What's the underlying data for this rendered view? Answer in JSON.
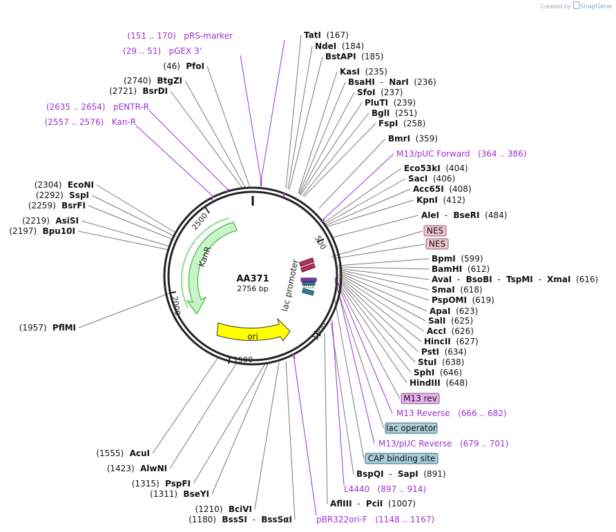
{
  "credit": {
    "created_by": "Created by",
    "brand": "SnapGene"
  },
  "plasmid": {
    "name": "AA371",
    "size": "2756 bp"
  },
  "scale_ticks": [
    "500",
    "1000",
    "1500",
    "2000",
    "2500"
  ],
  "enzymes_right": [
    {
      "name": "TatI",
      "pos": "(167)"
    },
    {
      "name": "NdeI",
      "pos": "(184)"
    },
    {
      "name": "BstAPI",
      "pos": "(185)"
    },
    {
      "name": "KasI",
      "pos": "(235)"
    },
    {
      "name": "BsaHI",
      "sep": "-",
      "name2": "NarI",
      "pos": "(236)"
    },
    {
      "name": "SfoI",
      "pos": "(237)"
    },
    {
      "name": "PluTI",
      "pos": "(239)"
    },
    {
      "name": "BglI",
      "pos": "(251)"
    },
    {
      "name": "FspI",
      "pos": "(258)"
    },
    {
      "name": "BmrI",
      "pos": "(359)"
    },
    {
      "name": "Eco53kI",
      "pos": "(404)"
    },
    {
      "name": "SacI",
      "pos": "(406)"
    },
    {
      "name": "Acc65I",
      "pos": "(408)"
    },
    {
      "name": "KpnI",
      "pos": "(412)"
    },
    {
      "name": "AleI",
      "sep": "-",
      "name2": "BseRI",
      "pos": "(484)"
    },
    {
      "name": "BpmI",
      "pos": "(599)"
    },
    {
      "name": "BamHI",
      "pos": "(612)"
    },
    {
      "name": "AvaI",
      "sep": "-",
      "name2": "BsoBI",
      "sep2": "-",
      "name3": "TspMI",
      "sep3": "-",
      "name4": "XmaI",
      "pos": "(616)"
    },
    {
      "name": "SmaI",
      "pos": "(618)"
    },
    {
      "name": "PspOMI",
      "pos": "(619)"
    },
    {
      "name": "ApaI",
      "pos": "(623)"
    },
    {
      "name": "SalI",
      "pos": "(625)"
    },
    {
      "name": "AccI",
      "pos": "(626)"
    },
    {
      "name": "HincII",
      "pos": "(627)"
    },
    {
      "name": "PstI",
      "pos": "(634)"
    },
    {
      "name": "StuI",
      "pos": "(638)"
    },
    {
      "name": "SphI",
      "pos": "(646)"
    },
    {
      "name": "HindIII",
      "pos": "(648)"
    },
    {
      "name": "BspQI",
      "sep": "-",
      "name2": "SapI",
      "pos": "(891)"
    },
    {
      "name": "AflIII",
      "sep": "-",
      "name2": "PciI",
      "pos": "(1007)"
    }
  ],
  "enzymes_left": [
    {
      "name": "PfoI",
      "pos": "(46)"
    },
    {
      "name": "BtgZI",
      "pos": "(2740)"
    },
    {
      "name": "BsrDI",
      "pos": "(2721)"
    },
    {
      "name": "EcoNI",
      "pos": "(2304)"
    },
    {
      "name": "SspI",
      "pos": "(2292)"
    },
    {
      "name": "BsrFI",
      "pos": "(2259)"
    },
    {
      "name": "AsiSI",
      "pos": "(2219)"
    },
    {
      "name": "Bpu10I",
      "pos": "(2197)"
    },
    {
      "name": "PflMI",
      "pos": "(1957)"
    },
    {
      "name": "AcuI",
      "pos": "(1555)"
    },
    {
      "name": "AlwNI",
      "pos": "(1423)"
    },
    {
      "name": "PspFI",
      "pos": "(1315)"
    },
    {
      "name": "BseYI",
      "pos": "(1311)"
    },
    {
      "name": "BciVI",
      "pos": "(1210)"
    },
    {
      "name": "BssSI",
      "sep": "-",
      "name2": "BssSαI",
      "pos": "(1180)"
    }
  ],
  "primers": [
    {
      "name": "pRS-marker",
      "range": "(151 .. 170)"
    },
    {
      "name": "pGEX 3'",
      "range": "(29 .. 51)"
    },
    {
      "name": "pENTR-R",
      "range": "(2635 .. 2654)"
    },
    {
      "name": "Kan-R",
      "range": "(2557 .. 2576)"
    },
    {
      "name": "M13/pUC Forward",
      "range": "(364 .. 386)"
    },
    {
      "name": "M13 Reverse",
      "range": "(666 .. 682)"
    },
    {
      "name": "M13/pUC Reverse",
      "range": "(679 .. 701)"
    },
    {
      "name": "L4440",
      "range": "(897 .. 914)"
    },
    {
      "name": "pBR322ori-F",
      "range": "(1148 .. 1167)"
    }
  ],
  "features_boxed": [
    {
      "name": "NES"
    },
    {
      "name": "NES"
    },
    {
      "name": "M13 rev"
    },
    {
      "name": "lac operator"
    },
    {
      "name": "CAP binding site"
    }
  ],
  "map_features": [
    {
      "name": "KanR"
    },
    {
      "name": "ori"
    },
    {
      "name": "lac promoter"
    }
  ],
  "colors": {
    "primer": "#9b30d0",
    "enzyme_line": "#777777",
    "kanr_fill": "#c8f5c8",
    "kanr_stroke": "#5cc35c",
    "ori_fill": "#ffff00",
    "nes_fill": "#f2c4cf",
    "nes_stroke": "#a04060",
    "pink_fill": "#e8b0f0",
    "lac_fill": "#a9cfd9",
    "lac_stroke": "#2e7d95"
  }
}
